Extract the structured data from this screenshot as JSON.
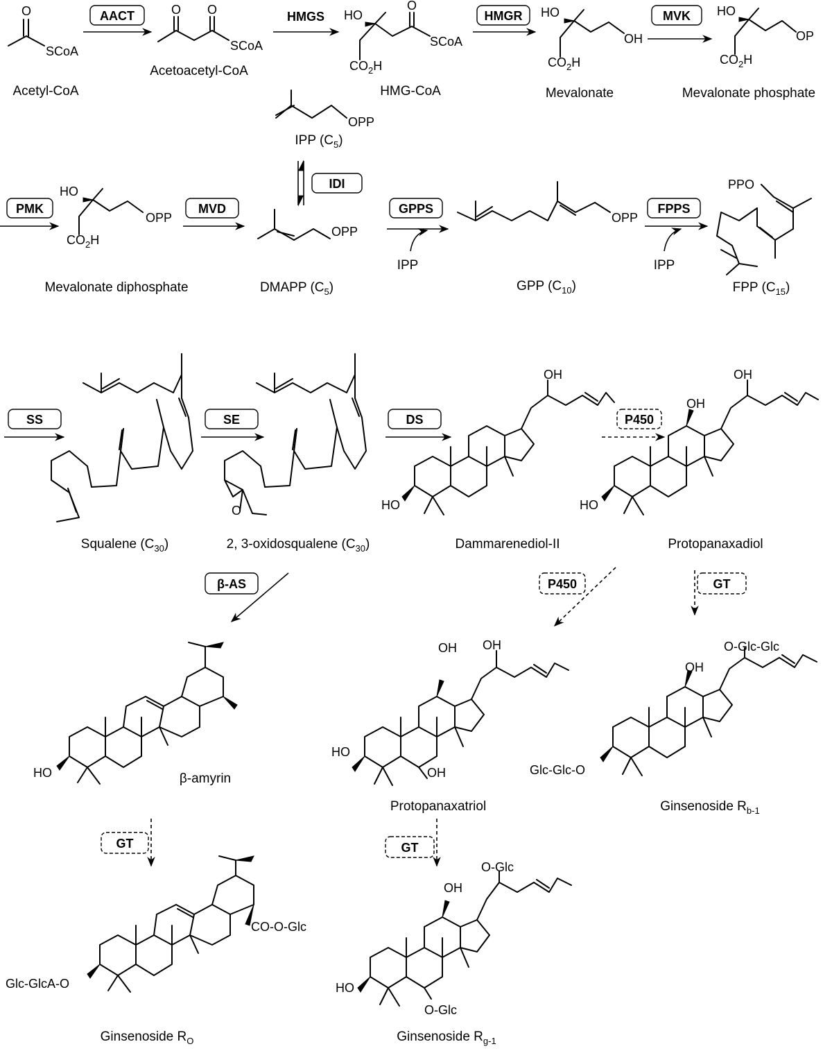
{
  "compounds": {
    "acetyl_coa": "Acetyl-CoA",
    "acetoacetyl_coa": "Acetoacetyl-CoA",
    "hmg_coa": "HMG-CoA",
    "mevalonate": "Mevalonate",
    "mevalonate_phosphate": "Mevalonate phosphate",
    "ipp": {
      "main": "IPP (C",
      "sub": "5",
      "close": ")"
    },
    "mevalonate_diphosphate": "Mevalonate diphosphate",
    "dmapp": {
      "main": "DMAPP (C",
      "sub": "5",
      "close": ")"
    },
    "gpp": {
      "main": "GPP (C",
      "sub": "10",
      "close": ")"
    },
    "fpp": {
      "main": "FPP (C",
      "sub": "15",
      "close": ")"
    },
    "squalene": {
      "main": "Squalene (C",
      "sub": "30",
      "close": ")"
    },
    "oxidosqualene": {
      "main": "2, 3-oxidosqualene (C",
      "sub": "30",
      "close": ")"
    },
    "dammarenediol": "Dammarenediol-II",
    "protopanaxadiol": "Protopanaxadiol",
    "beta_amyrin": "β-amyrin",
    "protopanaxatriol": "Protopanaxatriol",
    "ginsenoside_rb1": {
      "main": "Ginsenoside R",
      "sub": "b-1"
    },
    "ginsenoside_ro": {
      "main": "Ginsenoside R",
      "sub": "O"
    },
    "ginsenoside_rg1": {
      "main": "Ginsenoside R",
      "sub": "g-1"
    }
  },
  "enzymes": {
    "aact": "AACT",
    "hmgs": "HMGS",
    "hmgr": "HMGR",
    "mvk": "MVK",
    "idi": "IDI",
    "pmk": "PMK",
    "mvd": "MVD",
    "gpps": "GPPS",
    "fpps": "FPPS",
    "ss": "SS",
    "se": "SE",
    "ds": "DS",
    "p450_a": "P450",
    "p450_b": "P450",
    "gt_a": "GT",
    "beta_as": "β-AS",
    "gt_b": "GT",
    "gt_c": "GT"
  },
  "cosubstrates": {
    "ipp_gpps": "IPP",
    "ipp_fpps": "IPP"
  },
  "atoms": {
    "o": "O",
    "scoa": "SCoA",
    "ho": "HO",
    "oh": "OH",
    "op": "OP",
    "opp": "OPP",
    "ppo": "PPO",
    "co2h": "CO2H",
    "co2h_main": "CO",
    "co2h_sub": "2",
    "co2h_end": "H",
    "o_glc_glc": "O-Glc-Glc",
    "glc_glc_o": "Glc-Glc-O",
    "co_o_glc": "CO-O-Glc",
    "glc_glca_o": "Glc-GlcA-O",
    "o_glc": "O-Glc"
  }
}
